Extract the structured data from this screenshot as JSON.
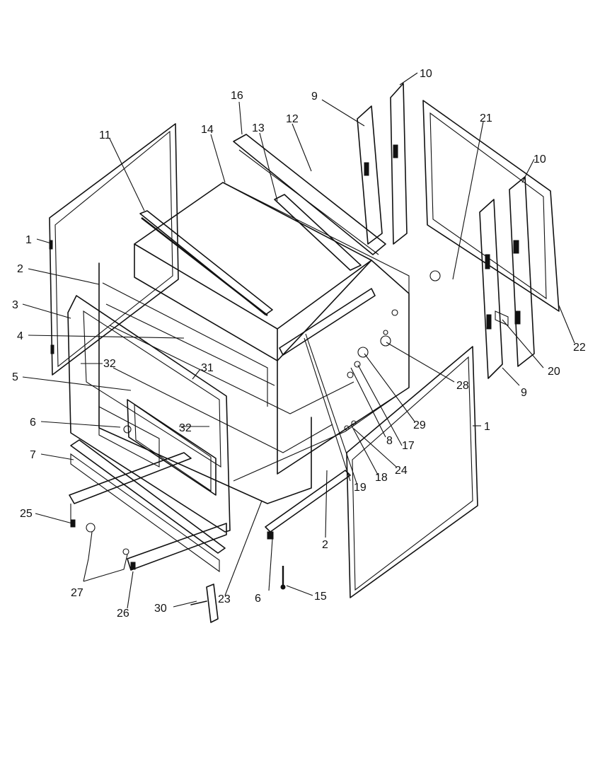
{
  "callouts": [
    {
      "n": "1"
    },
    {
      "n": "1"
    },
    {
      "n": "2"
    },
    {
      "n": "2"
    },
    {
      "n": "3"
    },
    {
      "n": "4"
    },
    {
      "n": "5"
    },
    {
      "n": "6"
    },
    {
      "n": "6"
    },
    {
      "n": "7"
    },
    {
      "n": "8"
    },
    {
      "n": "9"
    },
    {
      "n": "9"
    },
    {
      "n": "10"
    },
    {
      "n": "10"
    },
    {
      "n": "11"
    },
    {
      "n": "12"
    },
    {
      "n": "13"
    },
    {
      "n": "14"
    },
    {
      "n": "15"
    },
    {
      "n": "16"
    },
    {
      "n": "17"
    },
    {
      "n": "18"
    },
    {
      "n": "19"
    },
    {
      "n": "20"
    },
    {
      "n": "21"
    },
    {
      "n": "22"
    },
    {
      "n": "23"
    },
    {
      "n": "24"
    },
    {
      "n": "25"
    },
    {
      "n": "26"
    },
    {
      "n": "27"
    },
    {
      "n": "28"
    },
    {
      "n": "29"
    },
    {
      "n": "30"
    },
    {
      "n": "31"
    },
    {
      "n": "32"
    },
    {
      "n": "32"
    }
  ]
}
